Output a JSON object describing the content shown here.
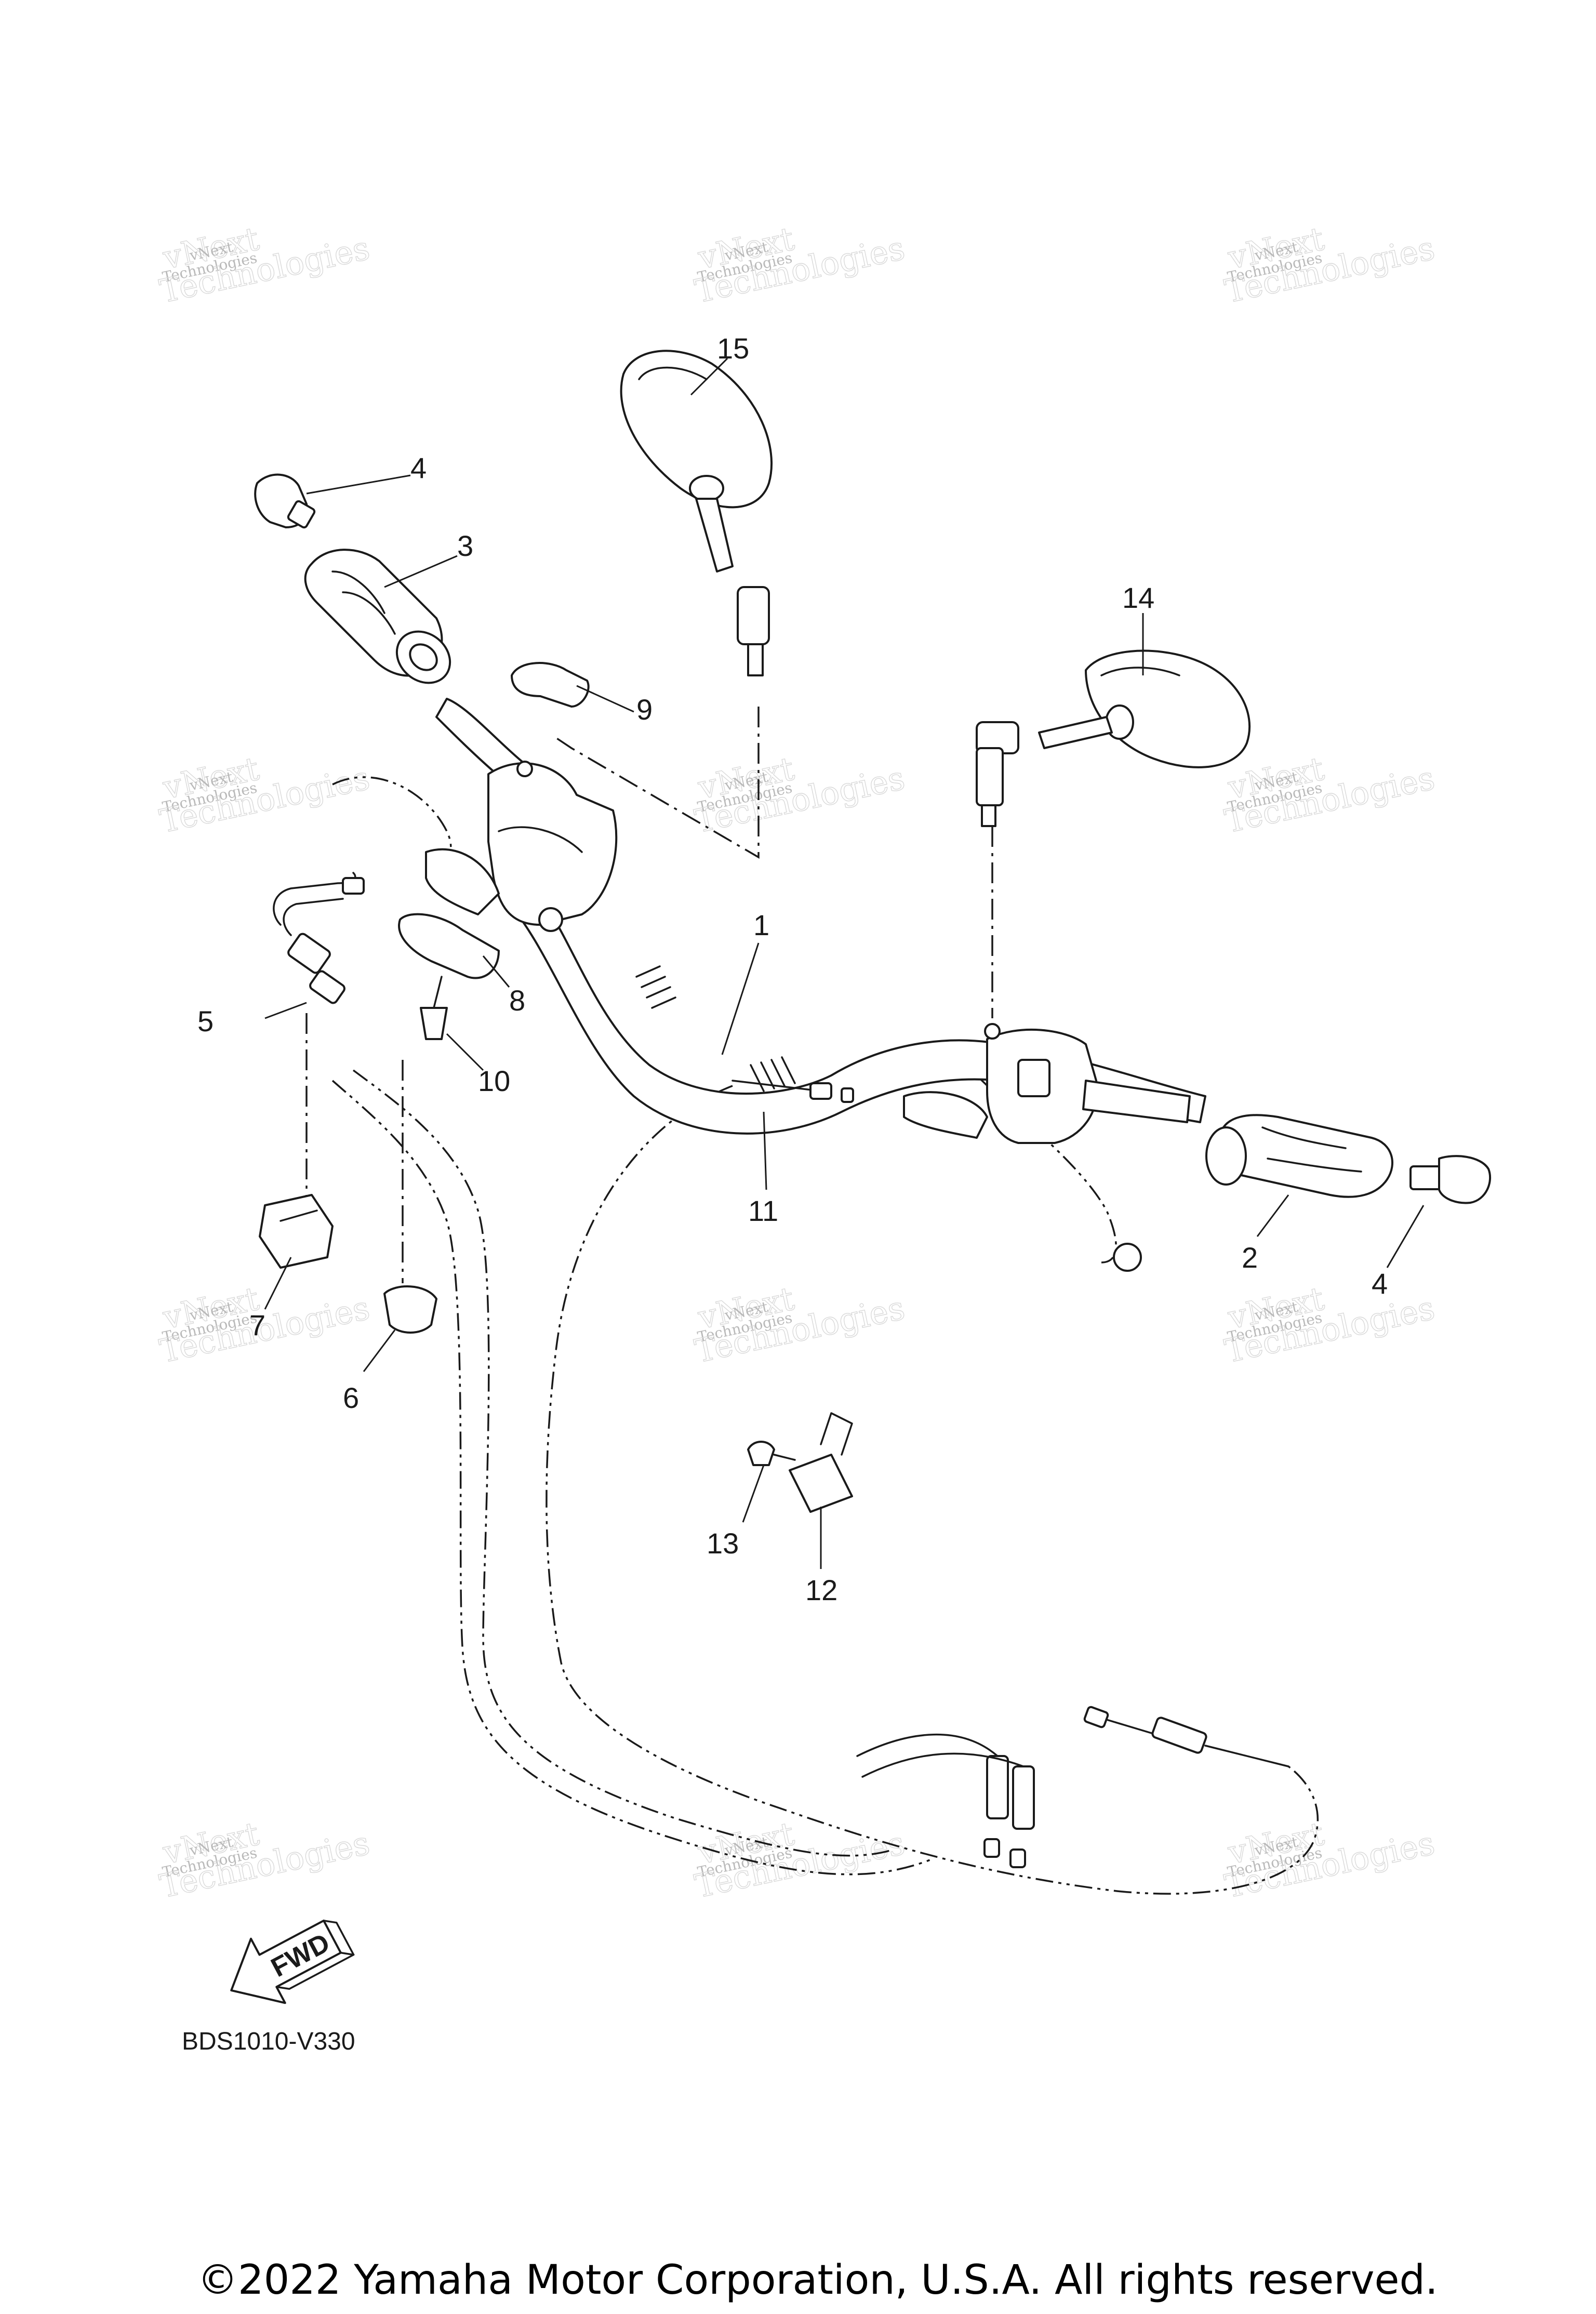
{
  "diagram": {
    "callouts": [
      {
        "num": "1",
        "part": "handlebar"
      },
      {
        "num": "2",
        "part": "right-grip"
      },
      {
        "num": "3",
        "part": "left-grip"
      },
      {
        "num": "4",
        "part": "bar-end-weight"
      },
      {
        "num": "4",
        "part": "bar-end-weight"
      },
      {
        "num": "5",
        "part": "throttle-cable"
      },
      {
        "num": "6",
        "part": "cable-clamp"
      },
      {
        "num": "7",
        "part": "cable-holder"
      },
      {
        "num": "8",
        "part": "lever-holder"
      },
      {
        "num": "9",
        "part": "holder-cap"
      },
      {
        "num": "10",
        "part": "bolt"
      },
      {
        "num": "11",
        "part": "clutch-cable"
      },
      {
        "num": "12",
        "part": "switch-bracket"
      },
      {
        "num": "13",
        "part": "screw"
      },
      {
        "num": "14",
        "part": "right-mirror"
      },
      {
        "num": "15",
        "part": "left-mirror"
      }
    ],
    "diagram_code": "BDS1010-V330",
    "fwd_label": "FWD"
  },
  "watermark": {
    "line1": "vNext",
    "line2": "Technologies",
    "color": "#bdbdbd"
  },
  "footer": {
    "copyright": "©2022 Yamaha Motor Corporation, U.S.A. All rights reserved."
  },
  "colors": {
    "ink": "#1a1a1a",
    "background": "#ffffff"
  }
}
